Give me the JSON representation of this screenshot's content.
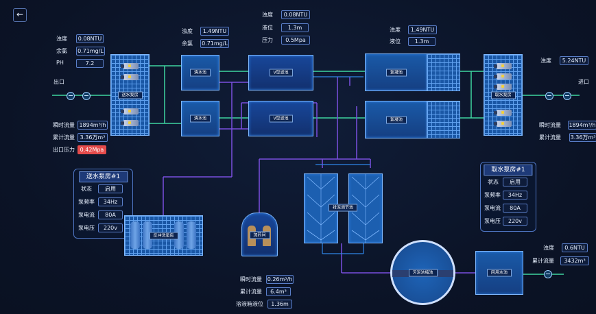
{
  "nav": {
    "back_icon": "arrow-left-icon",
    "back_glyph": "←"
  },
  "colors": {
    "pipe_green": "#3fd6a0",
    "pipe_purple": "#7a4fe0",
    "alarm": "#e54b4b",
    "tank_blue": "#1a5aa8"
  },
  "outlet": {
    "label": "出口"
  },
  "inlet": {
    "label": "进口"
  },
  "left_quality": [
    {
      "label": "浊度",
      "value": "0.08NTU"
    },
    {
      "label": "余氯",
      "value": "0.71mg/L"
    },
    {
      "label": "PH",
      "value": "7.2"
    }
  ],
  "left_flow": [
    {
      "label": "瞬时流量",
      "value": "1894m³/h"
    },
    {
      "label": "累计流量",
      "value": "3.36万m³"
    },
    {
      "label": "出口压力",
      "value": "0.42Mpa"
    }
  ],
  "clear_quality": [
    {
      "label": "浊度",
      "value": "1.49NTU"
    },
    {
      "label": "余氯",
      "value": "0.71mg/L"
    }
  ],
  "v_quality": [
    {
      "label": "浊度",
      "value": "0.08NTU"
    },
    {
      "label": "液位",
      "value": "1.3m"
    },
    {
      "label": "压力",
      "value": "0.5Mpa"
    }
  ],
  "floc_quality": [
    {
      "label": "浊度",
      "value": "1.49NTU"
    },
    {
      "label": "液位",
      "value": "1.3m"
    }
  ],
  "right_quality": [
    {
      "label": "浊度",
      "value": "5.24NTU"
    }
  ],
  "right_flow": [
    {
      "label": "瞬时流量",
      "value": "1894m³/h"
    },
    {
      "label": "累计流量",
      "value": "3.36万m³"
    }
  ],
  "units": {
    "send_pump": "送水泵房",
    "clear_tank": "清水池",
    "v_filter": "V型滤池",
    "floc": "絮凝池",
    "intake_pump": "取水泵房",
    "backwash": "反冲洗泵房",
    "dosing": "加药间",
    "sludge_adjust": "排泥调节池",
    "thickener": "污泥浓缩池",
    "reuse": "回用水池"
  },
  "send_panel": {
    "title": "送水泵房#1",
    "rows": [
      {
        "label": "状态",
        "value": "启用"
      },
      {
        "label": "泵频率",
        "value": "34Hz"
      },
      {
        "label": "泵电流",
        "value": "80A"
      },
      {
        "label": "泵电压",
        "value": "220v"
      }
    ]
  },
  "intake_panel": {
    "title": "取水泵房#1",
    "rows": [
      {
        "label": "状态",
        "value": "启用"
      },
      {
        "label": "泵频率",
        "value": "34Hz"
      },
      {
        "label": "泵电流",
        "value": "80A"
      },
      {
        "label": "泵电压",
        "value": "220v"
      }
    ]
  },
  "dosing_flow": [
    {
      "label": "瞬时流量",
      "value": "0.26m³/h"
    },
    {
      "label": "累计流量",
      "value": "6.4m³"
    },
    {
      "label": "溶液箱液位",
      "value": "1.36m"
    }
  ],
  "reuse_quality": [
    {
      "label": "浊度",
      "value": "0.6NTU"
    },
    {
      "label": "累计流量",
      "value": "3432m³"
    }
  ]
}
